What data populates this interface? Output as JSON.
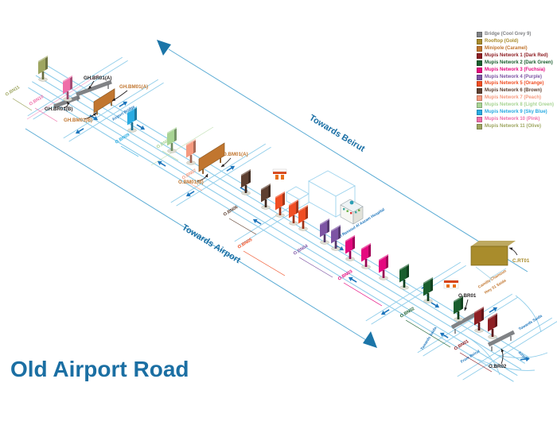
{
  "title": "Old Airport Road",
  "palette": {
    "road_blue": "#8fcdea",
    "arrow_blue": "#1c75bc",
    "direction_line": "#5aabd4",
    "direction_arrow": "#1b75a8",
    "direction_text": "#1a6fa5",
    "title_blue": "#1b6fa3",
    "label_black": "#231f20",
    "building_outline": "#9fd4ee"
  },
  "legend": {
    "items": [
      {
        "label": "Bridge (Cool Grey 9)",
        "color": "#808285"
      },
      {
        "label": "Rooftop (Gold)",
        "color": "#a98c2c"
      },
      {
        "label": "Minipole (Caramel)",
        "color": "#c1762f"
      },
      {
        "label": "Mupis Network 1 (Dark Red)",
        "color": "#8e1f24"
      },
      {
        "label": "Mupis Network 2 (Dark Green)",
        "color": "#1a5e2d"
      },
      {
        "label": "Mupis Network 3 (Fuchsia)",
        "color": "#e5097f"
      },
      {
        "label": "Mupis Network 4 (Purple)",
        "color": "#7d55a4"
      },
      {
        "label": "Mupis Network 5 (Orange)",
        "color": "#f04e23"
      },
      {
        "label": "Mupis Network 6 (Brown)",
        "color": "#5e4031"
      },
      {
        "label": "Mupis Network 7 (Peach)",
        "color": "#f59a7f"
      },
      {
        "label": "Mupis Network 8 (Light Green)",
        "color": "#a8d494"
      },
      {
        "label": "Mupis Network 9 (Sky Blue)",
        "color": "#29abe2"
      },
      {
        "label": "Mupis Network 10 (Pink)",
        "color": "#ef6ea9"
      },
      {
        "label": "Mupis Network 11 (Olive)",
        "color": "#9ea661"
      }
    ]
  },
  "network_labels": [
    {
      "label": "O.BN01",
      "color": "#8e1f24"
    },
    {
      "label": "O.BN02",
      "color": "#1a5e2d"
    },
    {
      "label": "O.BN03",
      "color": "#e5097f"
    },
    {
      "label": "O.BN04",
      "color": "#7d55a4"
    },
    {
      "label": "O.BN05",
      "color": "#f04e23"
    },
    {
      "label": "O.BN06",
      "color": "#5e4031"
    },
    {
      "label": "O.BN07",
      "color": "#f59a7f"
    },
    {
      "label": "O.BN08",
      "color": "#a8d494"
    },
    {
      "label": "O.BN09",
      "color": "#29abe2"
    },
    {
      "label": "O.BN10",
      "color": "#ef6ea9"
    },
    {
      "label": "O.BN11",
      "color": "#9ea661"
    }
  ],
  "assets": {
    "gh_br01_a": "GH.BR01(A)",
    "gh_br01_b": "GH.BR01(B)",
    "gh_bm01_a": "GH.BM01(A)",
    "gh_bm01_b": "GH.BM01(B)",
    "o_bm01_a": "O.BM01(A)",
    "o_bm01_b": "O.BM01(B)",
    "o_br01": "O.BR01",
    "o_br02": "O.BR02",
    "c_rt01": "C.RT01"
  },
  "direction_labels": {
    "beirut": "Towards Beirut",
    "airport": "Towards Airport",
    "saida_upper": "Towards Saida",
    "saida_lower": "Towards Saida",
    "from_beirut": "From Beirut",
    "airport_ramp": "Airport"
  },
  "road_labels": {
    "airport_bridge": "Airport Bridge",
    "hospital": "Al Rassoul Al Aazam Hospital",
    "camille": "Camille Chamoun",
    "hwy51": "Hwy 51 Saida"
  }
}
